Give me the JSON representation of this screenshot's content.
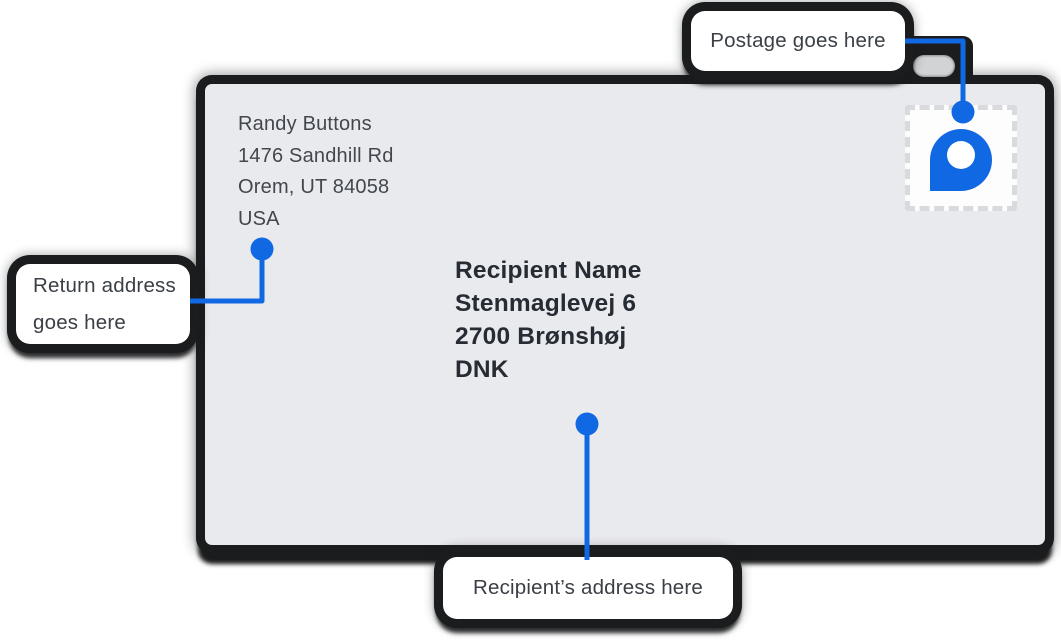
{
  "colors": {
    "accent": "#1069e2",
    "shadow": "#1b1c1d",
    "envelope_bg": "#e9eaee",
    "recipient_text": "#262b34",
    "return_text": "#42474e",
    "callout_text": "#3b4046"
  },
  "envelope": {
    "return_address": {
      "lines": [
        "Randy Buttons",
        "1476 Sandhill Rd",
        "Orem, UT 84058",
        "USA"
      ]
    },
    "recipient_address": {
      "lines": [
        "Recipient Name",
        "Stenmaglevej 6",
        "2700 Brønshøj",
        "DNK"
      ]
    },
    "stamp": {
      "icon": "location-pin-logo"
    }
  },
  "callouts": {
    "postage": {
      "label": "Postage goes here"
    },
    "return_address": {
      "label": "Return address goes here"
    },
    "recipient": {
      "label": "Recipient’s address here"
    }
  }
}
